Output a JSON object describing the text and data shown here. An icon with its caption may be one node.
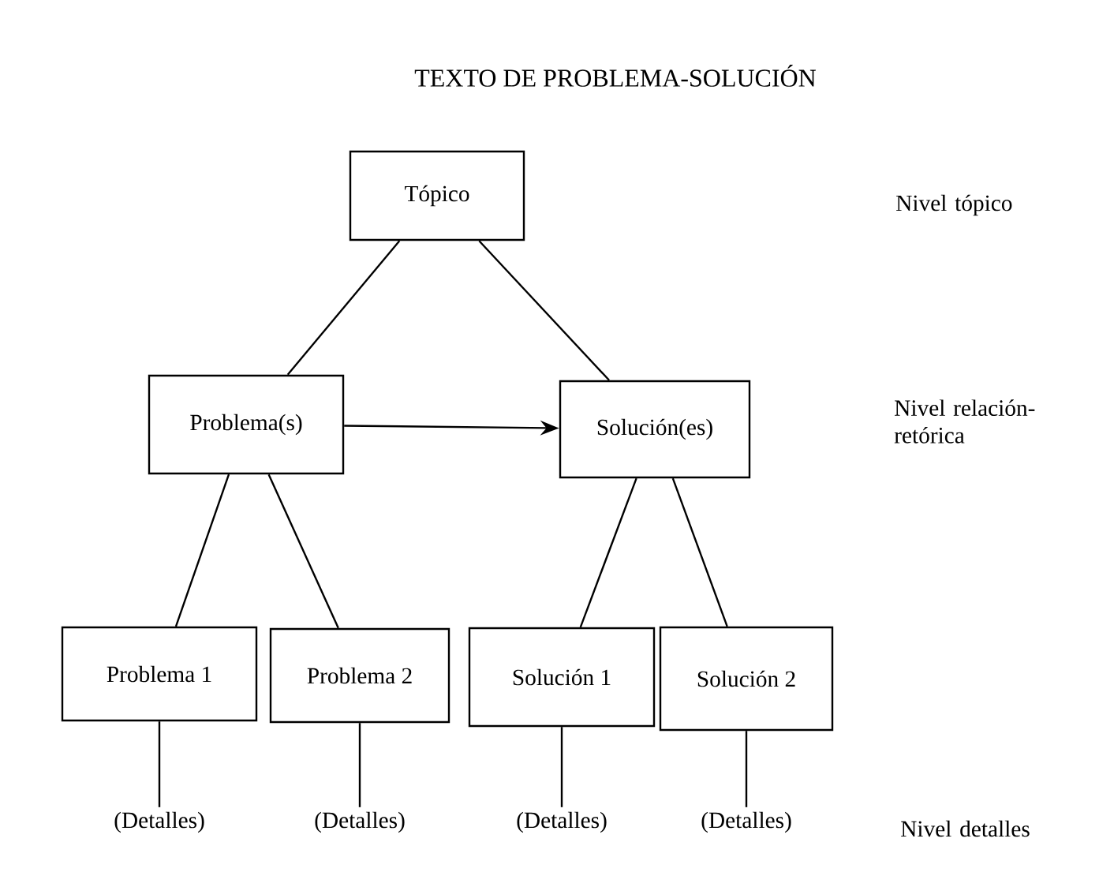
{
  "diagram": {
    "title": "TEXTO DE PROBLEMA-SOLUCIÓN",
    "nodes": [
      {
        "text": [
          "Tópico"
        ]
      },
      {
        "text": [
          "Problema(s)"
        ]
      },
      {
        "text": [
          "Solución(es)"
        ]
      },
      {
        "text": [
          "Problema 1"
        ]
      },
      {
        "text": [
          "Problema 2"
        ]
      },
      {
        "text": [
          "Solución 1"
        ]
      },
      {
        "text": [
          "Solución 2"
        ]
      },
      {
        "text": [
          "(Detalles)"
        ]
      },
      {
        "text": [
          "(Detalles)"
        ]
      },
      {
        "text": [
          "(Detalles)"
        ]
      },
      {
        "text": [
          "(Detalles)"
        ]
      }
    ],
    "edges": [
      {
        "from": 0,
        "to": 1,
        "arrow": "none"
      },
      {
        "from": 0,
        "to": 2,
        "arrow": "none"
      },
      {
        "from": 1,
        "to": 2,
        "arrow": "to"
      },
      {
        "from": 1,
        "to": 3,
        "arrow": "none"
      },
      {
        "from": 1,
        "to": 4,
        "arrow": "none"
      },
      {
        "from": 2,
        "to": 5,
        "arrow": "none"
      },
      {
        "from": 2,
        "to": 6,
        "arrow": "none"
      },
      {
        "from": 3,
        "to": 7,
        "arrow": "none"
      },
      {
        "from": 4,
        "to": 8,
        "arrow": "none"
      },
      {
        "from": 5,
        "to": 9,
        "arrow": "none"
      },
      {
        "from": 6,
        "to": 10,
        "arrow": "none"
      }
    ],
    "labels": [
      "Nivel tópico",
      "Nivel relación-retórica",
      "Nivel detalles"
    ]
  }
}
